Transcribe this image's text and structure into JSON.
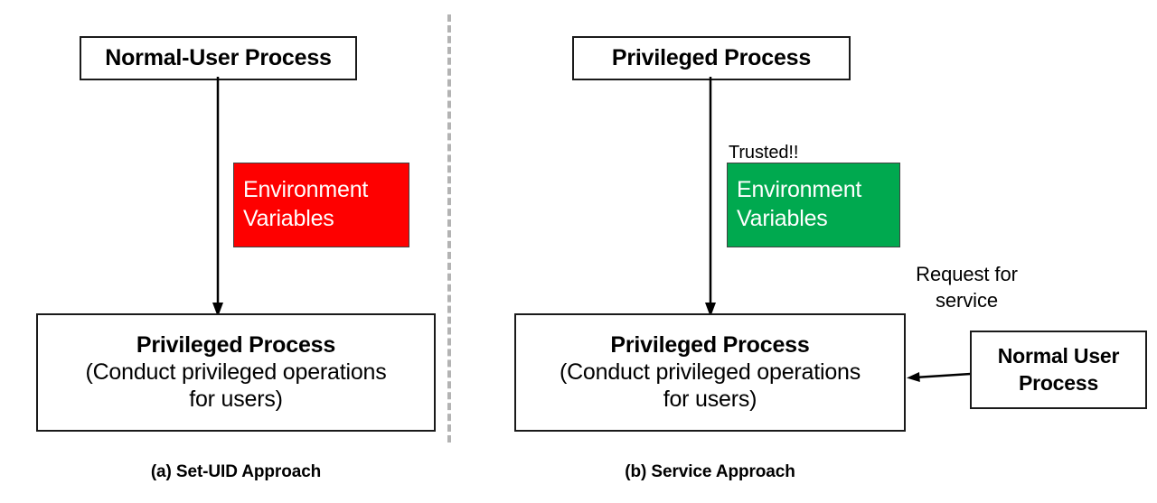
{
  "figure": {
    "title_visible": false,
    "background": "#ffffff"
  },
  "colors": {
    "danger_fill": "#FE0000",
    "danger_text": "#ffffff",
    "safe_fill": "#00A94F",
    "safe_text": "#ffffff",
    "box_border": "#1a1a1a",
    "divider": "#b3b3b3",
    "text": "#000000",
    "arrow": "#000000"
  },
  "panel_a": {
    "caption": "(a) Set-UID Approach",
    "top_box": {
      "label": "Normal-User Process"
    },
    "env_box": {
      "line1": "Environment",
      "line2": "Variables",
      "fill": "#FE0000",
      "text_color": "#ffffff"
    },
    "bottom_box": {
      "title": "Privileged Process",
      "detail_line1": "(Conduct privileged operations",
      "detail_line2": "for users)"
    },
    "flow_arrow": {
      "from": "Normal-User Process",
      "to": "Privileged Process"
    }
  },
  "panel_b": {
    "caption": "(b) Service Approach",
    "top_box": {
      "label": "Privileged Process"
    },
    "trusted_label": "Trusted!!",
    "env_box": {
      "line1": "Environment",
      "line2": "Variables",
      "fill": "#00A94F",
      "text_color": "#ffffff"
    },
    "bottom_box": {
      "title": "Privileged Process",
      "detail_line1": "(Conduct privileged operations",
      "detail_line2": "for users)"
    },
    "side_box": {
      "line1": "Normal User",
      "line2": "Process"
    },
    "request_label": {
      "line1": "Request for",
      "line2": "service"
    },
    "flow_arrow": {
      "from": "Privileged Process",
      "to": "Privileged Process"
    },
    "request_arrow": {
      "from": "Normal User Process",
      "to": "Privileged Process"
    }
  }
}
